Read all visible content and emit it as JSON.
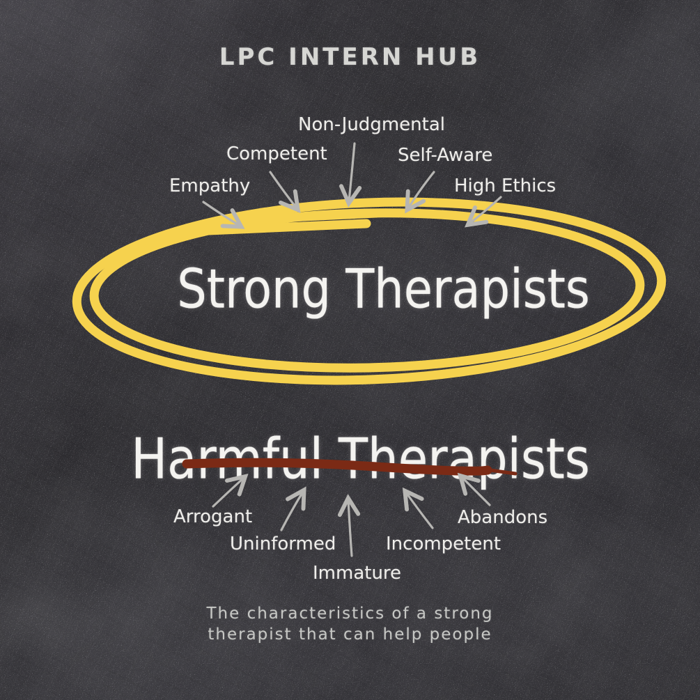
{
  "header": {
    "brand": "LPC INTERN HUB"
  },
  "strong_section": {
    "heading": "Strong Therapists",
    "traits": [
      {
        "label": "Empathy"
      },
      {
        "label": "Competent"
      },
      {
        "label": "Non-Judgmental"
      },
      {
        "label": "Self-Aware"
      },
      {
        "label": "High Ethics"
      }
    ]
  },
  "harmful_section": {
    "heading": "Harmful Therapists",
    "traits": [
      {
        "label": "Arrogant"
      },
      {
        "label": "Uninformed"
      },
      {
        "label": "Immature"
      },
      {
        "label": "Incompetent"
      },
      {
        "label": "Abandons"
      }
    ]
  },
  "caption": {
    "line1": "The characteristics of a strong",
    "line2": "therapist that can help people"
  },
  "colors": {
    "board_bg": "#2e2d31",
    "chalk_white": "#f4f3f0",
    "chalk_gray": "#d6d6d3",
    "caption_gray": "#c7c8c5",
    "accent_yellow": "#f6d24e",
    "strike_red": "#7b2a15",
    "arrow_gray": "#b7b6b3"
  }
}
